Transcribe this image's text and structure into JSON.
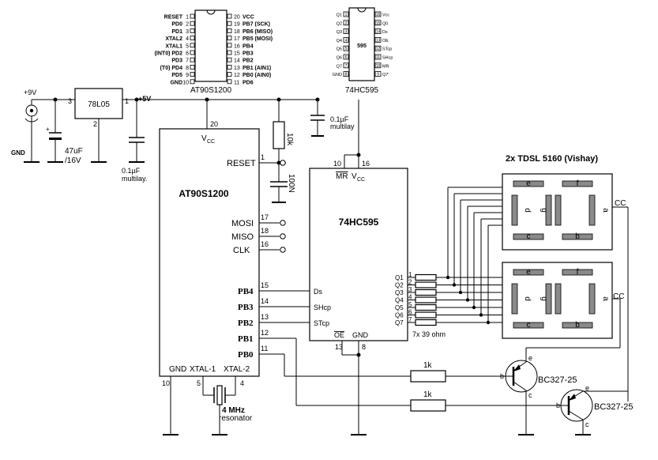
{
  "pinout_chip": {
    "name": "AT90S1200",
    "left_pins": [
      {
        "num": "1",
        "label": "RESET"
      },
      {
        "num": "2",
        "label": "PD0"
      },
      {
        "num": "3",
        "label": "PD1"
      },
      {
        "num": "4",
        "label": "XTAL2"
      },
      {
        "num": "5",
        "label": "XTAL1"
      },
      {
        "num": "6",
        "label": "(INT0) PD2"
      },
      {
        "num": "7",
        "label": "PD3"
      },
      {
        "num": "8",
        "label": "(T0) PD4"
      },
      {
        "num": "9",
        "label": "PD5"
      },
      {
        "num": "10",
        "label": "GND"
      }
    ],
    "right_pins": [
      {
        "num": "20",
        "label": "VCC"
      },
      {
        "num": "19",
        "label": "PB7 (SCK)"
      },
      {
        "num": "18",
        "label": "PB6 (MISO)"
      },
      {
        "num": "17",
        "label": "PB5 (MOSI)"
      },
      {
        "num": "16",
        "label": "PB4"
      },
      {
        "num": "15",
        "label": "PB3"
      },
      {
        "num": "14",
        "label": "PB2"
      },
      {
        "num": "13",
        "label": "PB1 (AIN1)"
      },
      {
        "num": "12",
        "label": "PB0 (AIN0)"
      },
      {
        "num": "11",
        "label": "PD6"
      }
    ]
  },
  "pinout_595": {
    "name": "74HC595",
    "body_label": "595",
    "left_pins": [
      {
        "num": "1",
        "label": "Q1"
      },
      {
        "num": "2",
        "label": "Q2"
      },
      {
        "num": "3",
        "label": "Q3"
      },
      {
        "num": "4",
        "label": "Q4"
      },
      {
        "num": "5",
        "label": "Q5"
      },
      {
        "num": "6",
        "label": "Q6"
      },
      {
        "num": "7",
        "label": "Q7"
      },
      {
        "num": "8",
        "label": "GND"
      }
    ],
    "right_pins": [
      {
        "num": "16",
        "label": "Vcc"
      },
      {
        "num": "15",
        "label": "Q0"
      },
      {
        "num": "14",
        "label": "Ds"
      },
      {
        "num": "13",
        "label": "OE"
      },
      {
        "num": "12",
        "label": "STcp"
      },
      {
        "num": "11",
        "label": "SHcp"
      },
      {
        "num": "10",
        "label": "MR"
      },
      {
        "num": "9",
        "label": "Q7'"
      }
    ]
  },
  "power": {
    "vin": "+9V",
    "gnd": "GND",
    "regulator": "78L05",
    "reg_pin_in": "3",
    "reg_pin_gnd": "2",
    "reg_pin_out": "1",
    "vout": "+5V",
    "cap_in_value": "47uF",
    "cap_in_rating": "/16V",
    "cap_out_value": "0.1µF",
    "cap_out_type": "multilay.",
    "cap_595_value": "0.1µF",
    "cap_595_type": "multilay"
  },
  "mcu": {
    "name": "AT90S1200",
    "vcc": "V",
    "vcc_sub": "CC",
    "vcc_pin": "20",
    "reset_label": "RESET",
    "reset_pin": "1",
    "resistor": "10k",
    "reset_cap": "100N",
    "mosi_label": "MOSI",
    "mosi_pin": "17",
    "miso_label": "MISO",
    "miso_pin": "18",
    "clk_label": "CLK",
    "clk_pin": "16",
    "pb4_label": "PB4",
    "pb4_pin": "15",
    "pb3_label": "PB3",
    "pb3_pin": "14",
    "pb2_label": "PB2",
    "pb2_pin": "13",
    "pb1_label": "PB1",
    "pb1_pin": "12",
    "pb0_label": "PB0",
    "pb0_pin": "11",
    "gnd_label": "GND",
    "xtal1_label": "XTAL-1",
    "xtal2_label": "XTAL-2",
    "gnd_pin": "10",
    "xtal1_pin": "5",
    "xtal2_pin": "4",
    "crystal_value": "4 MHz",
    "crystal_type": "resonator"
  },
  "shift": {
    "name": "74HC595",
    "mr_label": "MR",
    "vcc_label": "V",
    "vcc_sub": "CC",
    "mr_pin": "10",
    "vcc_pin": "16",
    "ds_label": "Ds",
    "shcp_label": "SHcp",
    "stcp_label": "STcp",
    "oe_label": "OE",
    "gnd_label": "GND",
    "oe_pin": "13",
    "gnd_pin": "8",
    "q_labels": [
      "Q1",
      "Q2",
      "Q3",
      "Q4",
      "Q5",
      "Q6",
      "Q7"
    ],
    "q_pins": [
      "1",
      "2",
      "3",
      "4",
      "5",
      "6",
      "7"
    ],
    "resistors": "7x 39 ohm"
  },
  "display": {
    "title": "2x TDSL 5160 (Vishay)",
    "top_segments": {
      "top": "e",
      "top_right": "f",
      "left": "d",
      "middle": "g",
      "right": "a",
      "bottom_left": "c",
      "bottom_right": "b"
    },
    "bottom_segments": {
      "top": "e",
      "top_right": "f",
      "left": "d",
      "middle": "g",
      "right": "a",
      "bottom_left": "c",
      "bottom_right": "b"
    },
    "cc_top": "CC",
    "cc_bottom": "CC"
  },
  "drivers": {
    "r1": "1k",
    "r2": "1k",
    "t1": "BC327-25",
    "t2": "BC327-25",
    "b": "b",
    "c": "c",
    "e": "e"
  }
}
